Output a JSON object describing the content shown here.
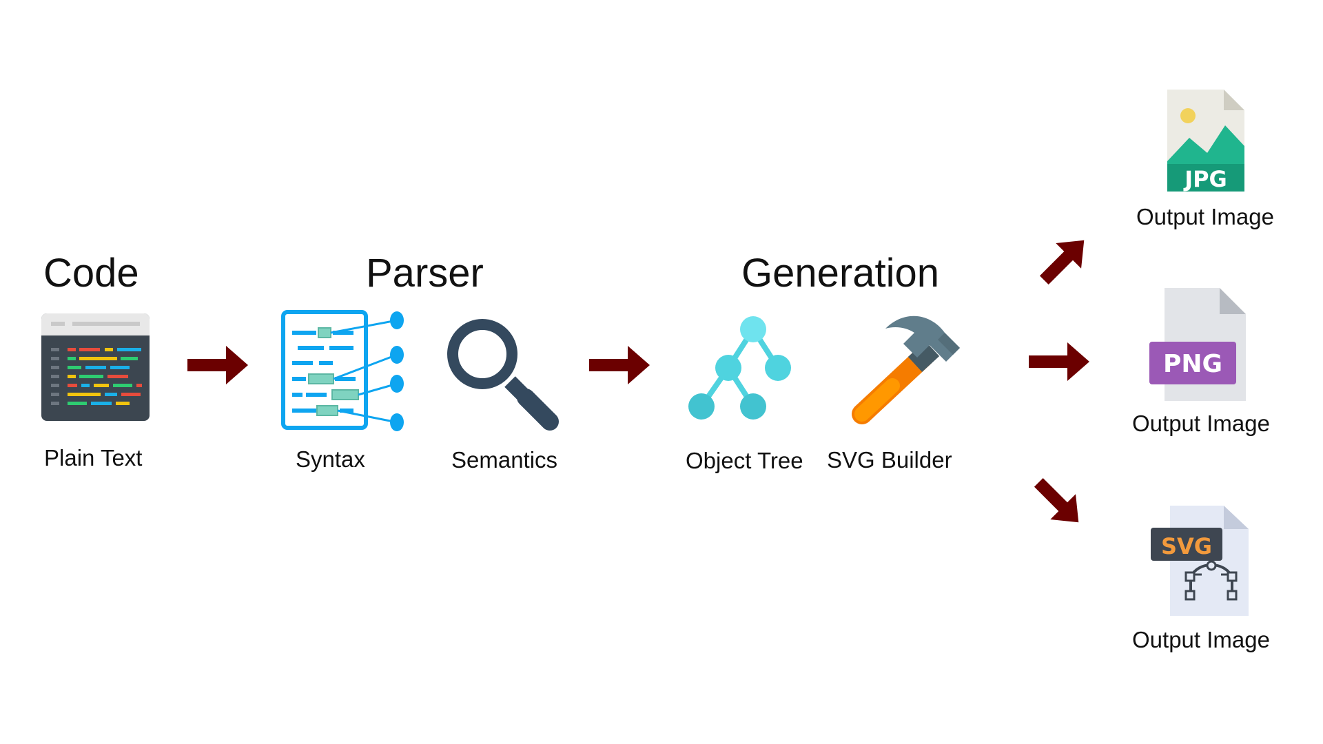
{
  "stages": {
    "code": "Code",
    "parser": "Parser",
    "generation": "Generation"
  },
  "labels": {
    "plain_text": "Plain Text",
    "syntax": "Syntax",
    "semantics": "Semantics",
    "object_tree": "Object Tree",
    "svg_builder": "SVG Builder",
    "output_jpg": "Output Image",
    "output_png": "Output Image",
    "output_svg": "Output Image"
  },
  "badges": {
    "jpg": "JPG",
    "png": "PNG",
    "svg": "SVG"
  },
  "icons": {
    "code_editor": "code-editor-icon",
    "syntax": "syntax-document-icon",
    "semantics": "magnifying-glass-icon",
    "object_tree": "tree-graph-icon",
    "svg_builder": "hammer-icon",
    "jpg_file": "jpg-file-icon",
    "png_file": "png-file-icon",
    "svg_file": "svg-file-icon"
  },
  "colors": {
    "arrow": "#6b0000",
    "syntax_blue": "#0ea5f0",
    "tree_cyan": "#4fd3df",
    "jpg_green": "#20b58e",
    "png_purple": "#9b59b6",
    "svg_orange": "#f39a3c"
  }
}
